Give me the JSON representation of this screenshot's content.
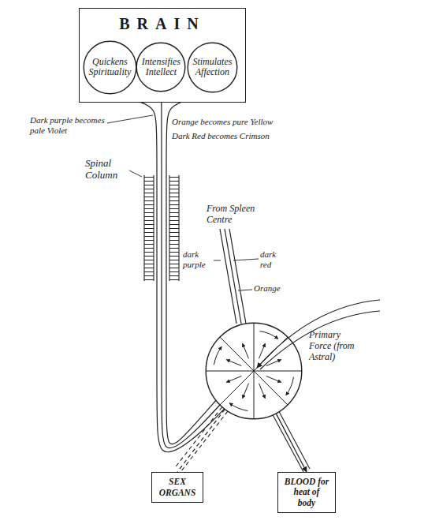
{
  "diagram": {
    "nodes": [
      {
        "text": [
          "BRAIN"
        ]
      },
      {
        "text": [
          "Quickens Spirituality"
        ],
        "in": 0
      },
      {
        "text": [
          "Intensifies Intellect"
        ],
        "in": 0
      },
      {
        "text": [
          "Stimulates Affection"
        ],
        "in": 0
      },
      {},
      {
        "text": [
          "SEX ORGANS"
        ]
      },
      {
        "text": [
          "BLOOD for heat of body"
        ]
      }
    ],
    "edges": [
      {
        "from": 4,
        "to": 1,
        "arrow": "to"
      },
      {
        "from": 4,
        "to": 2,
        "arrow": "to"
      },
      {
        "from": 4,
        "to": 3,
        "arrow": "to"
      },
      {
        "from": 4,
        "to": 5,
        "arrow": "none"
      },
      {
        "from": 4,
        "to": 6,
        "arrow": "to"
      }
    ],
    "labels": [
      "Dark purple becomes pale Violet",
      "Orange becomes pure Yellow",
      "Dark Red becomes Crimson",
      "Spinal Column",
      "From Spleen Centre",
      "dark purple",
      "dark red",
      "Orange",
      "Primary Force (from Astral)"
    ]
  }
}
